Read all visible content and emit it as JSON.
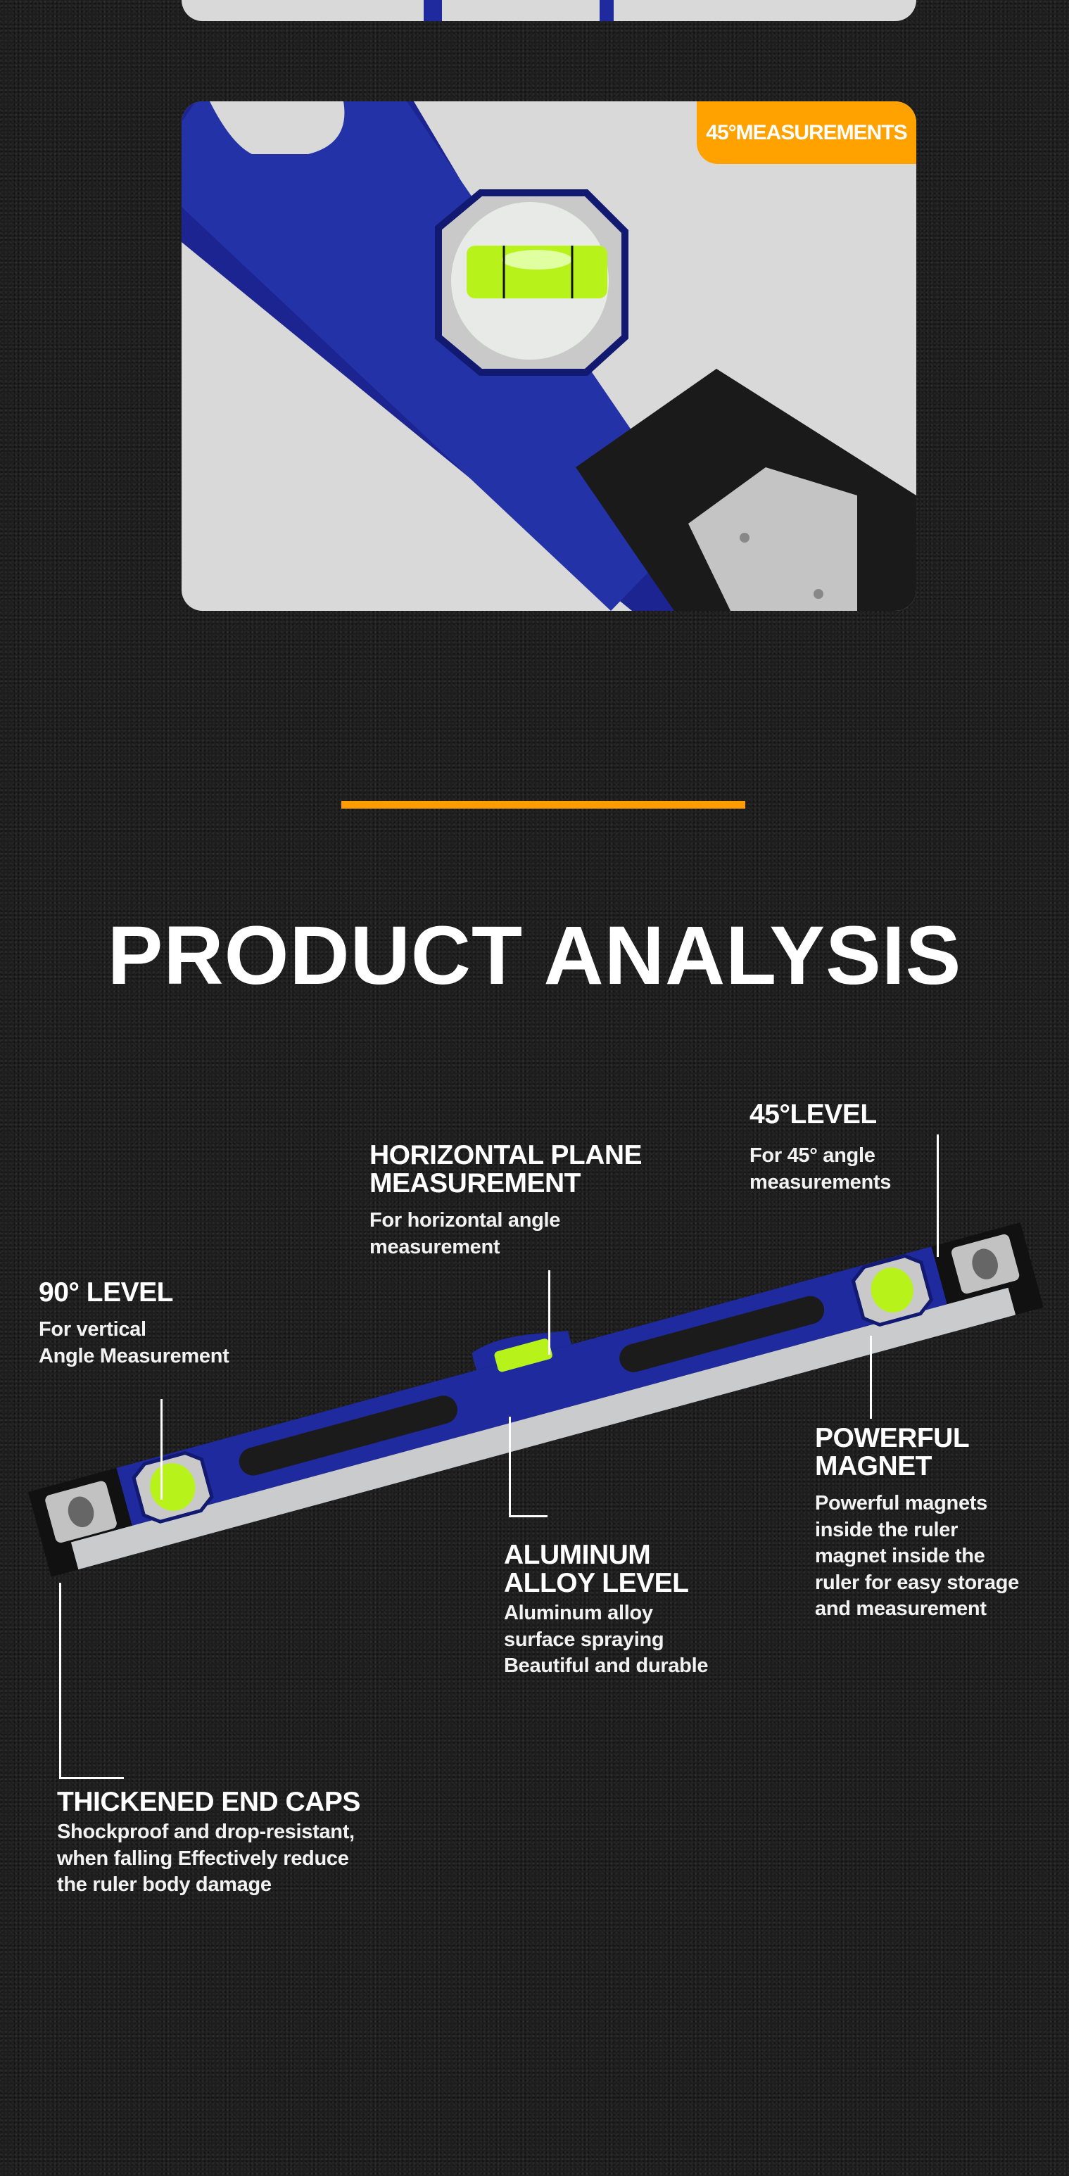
{
  "card_badge": "45°MEASUREMENTS",
  "section_title": "PRODUCT ANALYSIS",
  "features": {
    "level_45": {
      "title": "45°LEVEL",
      "desc": [
        "For 45° angle",
        "measurements"
      ]
    },
    "horizontal": {
      "title": [
        "HORIZONTAL PLANE",
        "MEASUREMENT"
      ],
      "desc": [
        "For horizontal angle",
        "measurement"
      ]
    },
    "level_90": {
      "title": "90° LEVEL",
      "desc": [
        "For vertical",
        "Angle Measurement"
      ]
    },
    "magnet": {
      "title": [
        "POWERFUL",
        "MAGNET"
      ],
      "desc": [
        "Powerful magnets",
        "inside the ruler",
        "magnet inside the",
        "ruler for easy storage",
        "and measurement"
      ]
    },
    "aluminum": {
      "title": [
        "ALUMINUM",
        "ALLOY LEVEL"
      ],
      "desc": [
        "Aluminum alloy",
        "surface spraying",
        "Beautiful and durable"
      ]
    },
    "end_caps": {
      "title": "THICKENED END CAPS",
      "desc": [
        "Shockproof and drop-resistant,",
        "when falling Effectively reduce",
        "the ruler body damage"
      ]
    }
  },
  "colors": {
    "accent": "#ffa200",
    "level_blue": "#1f2a9e",
    "bubble": "#b7f21b"
  }
}
